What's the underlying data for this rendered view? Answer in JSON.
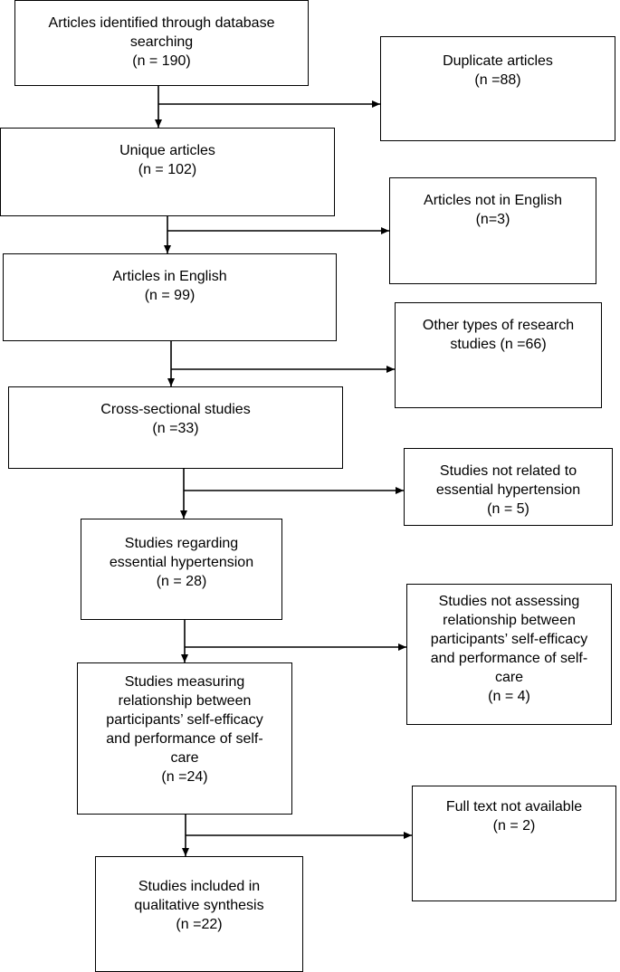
{
  "main_flow": [
    {
      "lines": [
        "Articles identified through database",
        "searching",
        "(n = 190)"
      ]
    },
    {
      "lines": [
        "Unique articles",
        "(n = 102)"
      ]
    },
    {
      "lines": [
        "Articles in English",
        "(n = 99)"
      ]
    },
    {
      "lines": [
        "Cross-sectional studies",
        "(n =33)"
      ]
    },
    {
      "lines": [
        "Studies regarding",
        "essential hypertension",
        "(n = 28)"
      ]
    },
    {
      "lines": [
        "Studies measuring",
        "relationship between",
        "participants’ self-efficacy",
        "and performance of self-",
        "care",
        "(n =24)"
      ]
    },
    {
      "lines": [
        "Studies included in",
        "qualitative synthesis",
        "(n =22)"
      ]
    }
  ],
  "exclusions": [
    {
      "lines": [
        "Duplicate articles",
        "(n =88)"
      ]
    },
    {
      "lines": [
        "Articles not in English",
        "(n=3)"
      ]
    },
    {
      "lines": [
        "Other types of research",
        "studies (n =66)"
      ]
    },
    {
      "lines": [
        "Studies not related to",
        "essential hypertension",
        "(n = 5)"
      ]
    },
    {
      "lines": [
        "Studies not assessing",
        "relationship between",
        "participants’ self-efficacy",
        "and performance of self-",
        "care",
        "(n = 4)"
      ]
    },
    {
      "lines": [
        "Full text not available",
        "(n = 2)"
      ]
    }
  ]
}
